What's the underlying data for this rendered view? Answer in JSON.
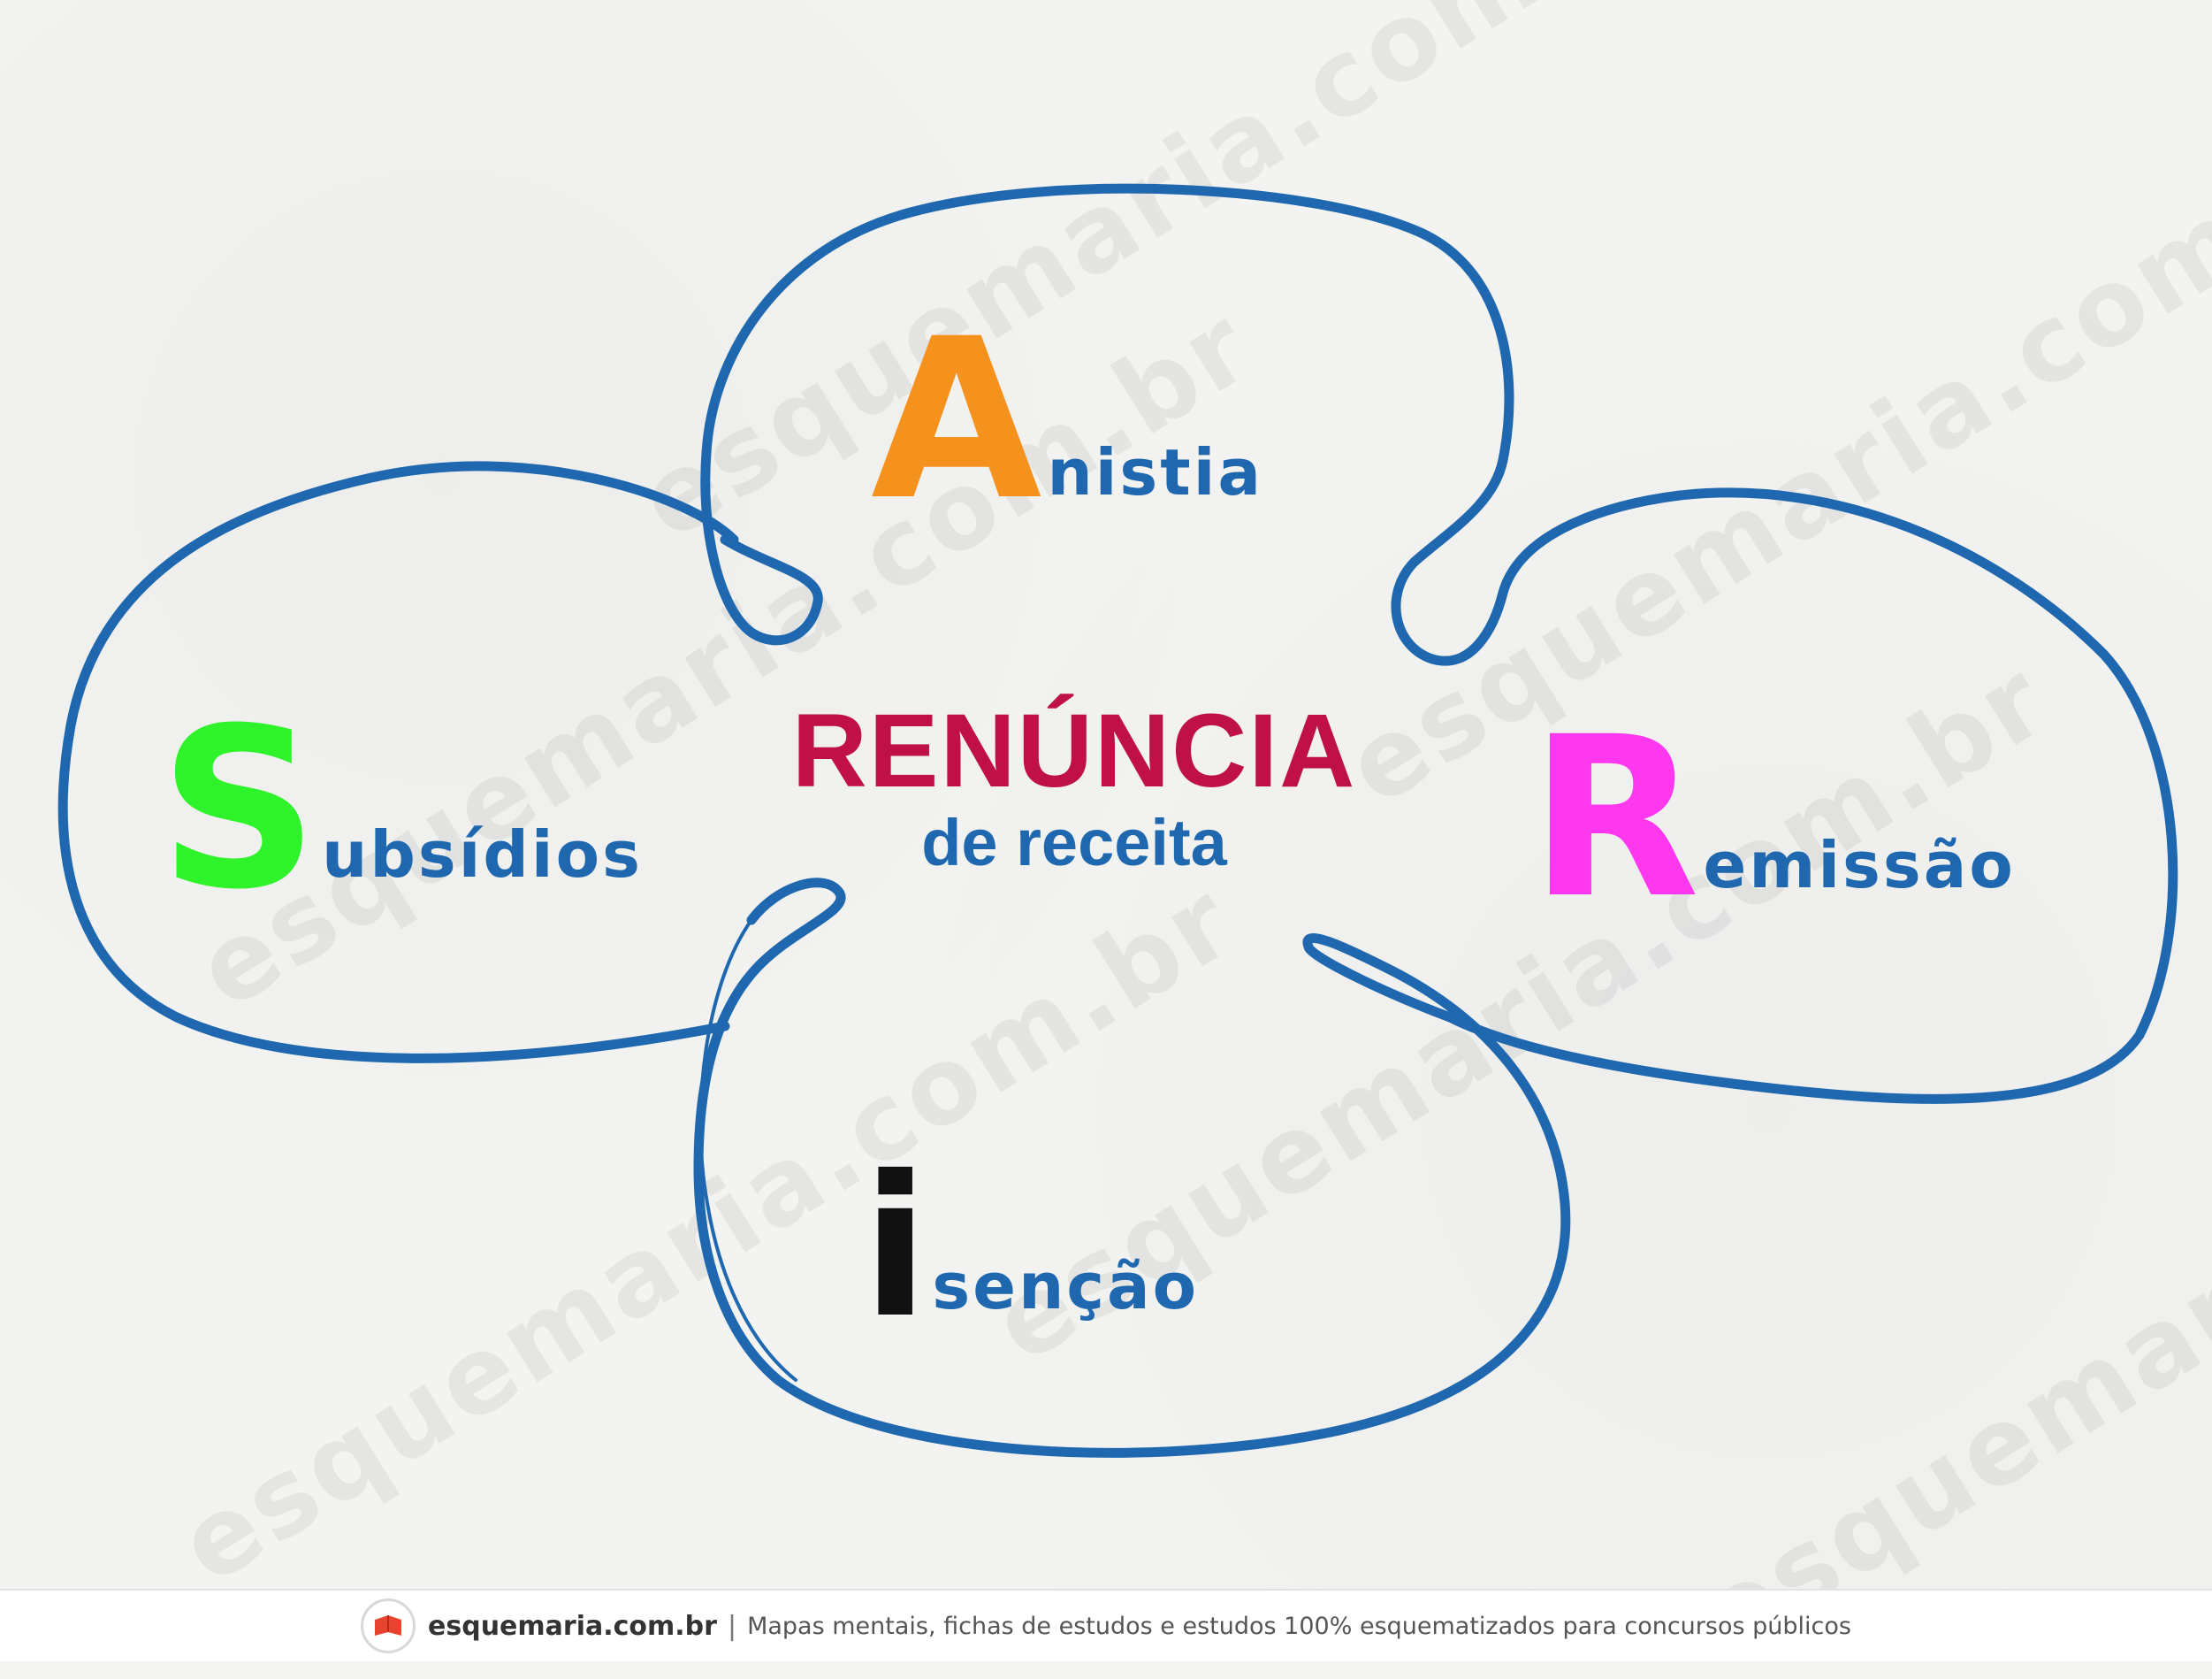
{
  "colors": {
    "outline": "#1f68b0",
    "center_title": "#c01048",
    "anistia_initial": "#f5921e",
    "subsidios_initial": "#2ef22a",
    "remissao_initial": "#ff38f0",
    "isencao_initial": "#111111",
    "term_text": "#1f68b0"
  },
  "center": {
    "title": "RENÚNCIA",
    "subtitle": "de receita"
  },
  "terms": {
    "anistia": {
      "initial": "A",
      "rest": "nistia"
    },
    "subsidios": {
      "initial": "S",
      "rest": "ubsídios"
    },
    "remissao": {
      "initial": "R",
      "rest": "emissão"
    },
    "isencao": {
      "initial": "i",
      "rest": "senção"
    }
  },
  "watermark": "esquemaria.com.br",
  "footer": {
    "logo_icon": "notebook-logo-icon",
    "site": "esquemaria.com.br",
    "separator": "|",
    "tagline": "Mapas mentais, fichas de estudos e estudos 100% esquematizados para concursos públicos"
  }
}
